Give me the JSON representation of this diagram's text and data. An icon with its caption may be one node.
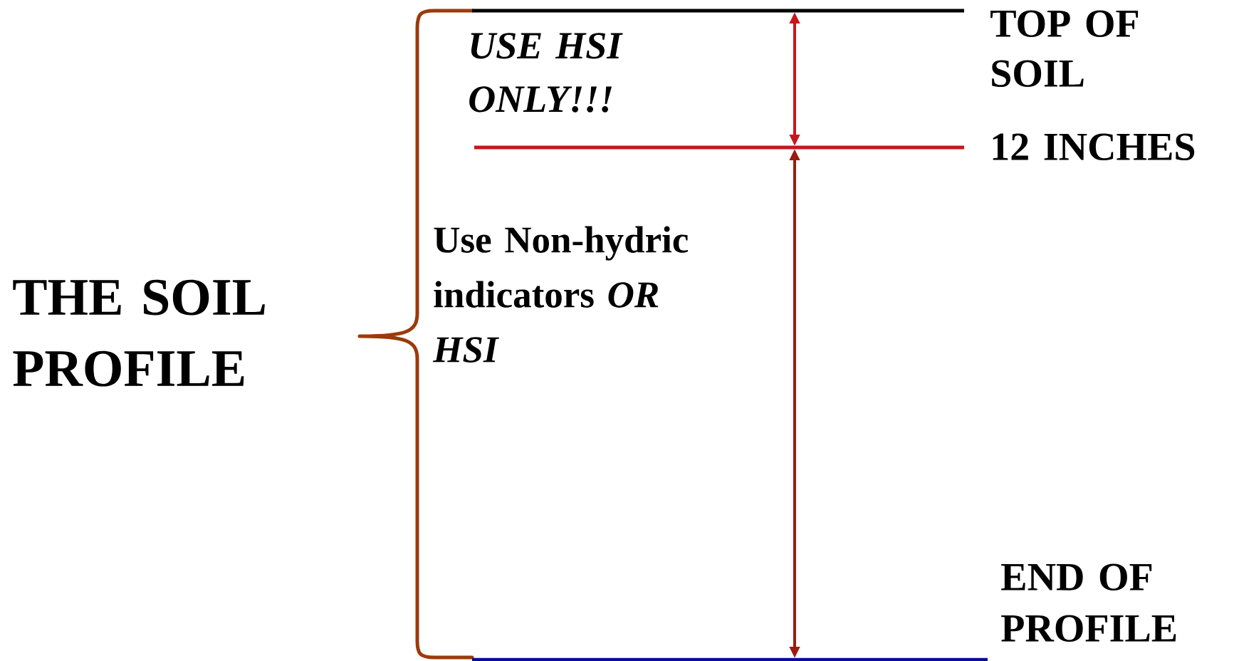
{
  "diagram": {
    "labels": [
      "USE HSI ONLY!!!",
      "TOP OF SOIL",
      "12 INCHES",
      "Use Non-hydric indicators *OR HSI*",
      "THE SOIL PROFILE",
      "END OF PROFILE"
    ]
  }
}
